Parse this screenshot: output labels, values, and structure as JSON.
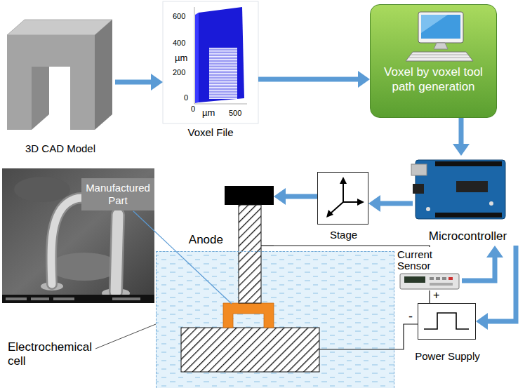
{
  "diagram": {
    "nodes": [
      {
        "text": [
          "3D CAD Model"
        ]
      },
      {
        "text": [
          "Voxel File"
        ]
      },
      {
        "text": [
          "Voxel by voxel tool path generation"
        ]
      },
      {
        "text": [
          "Manufactured Part"
        ]
      },
      {
        "text": [
          "Anode"
        ]
      },
      {
        "text": [
          "Stage"
        ]
      },
      {
        "text": [
          "Microcontroller"
        ]
      },
      {
        "text": [
          "Current Sensor"
        ]
      },
      {
        "text": [
          "Electrochemical cell"
        ]
      },
      {
        "text": [
          "Power Supply"
        ]
      }
    ],
    "edges": [
      {
        "from": 0,
        "to": 1,
        "arrow": "to"
      },
      {
        "from": 1,
        "to": 2,
        "arrow": "to"
      },
      {
        "from": 2,
        "to": 6,
        "arrow": "to"
      },
      {
        "from": 6,
        "to": 5,
        "arrow": "to"
      },
      {
        "from": 5,
        "to": 4,
        "arrow": "to"
      },
      {
        "from": 7,
        "to": 6,
        "arrow": "to"
      },
      {
        "from": 6,
        "to": 9,
        "arrow": "to"
      },
      {
        "from": 4,
        "to": 7,
        "arrow": "none"
      },
      {
        "from": 7,
        "to": 9,
        "arrow": "none"
      },
      {
        "from": 9,
        "to": 8,
        "arrow": "none"
      }
    ],
    "labels": [
      "600",
      "400",
      "µm",
      "200",
      "0",
      "0",
      "µm",
      "500",
      "+",
      "-"
    ]
  }
}
